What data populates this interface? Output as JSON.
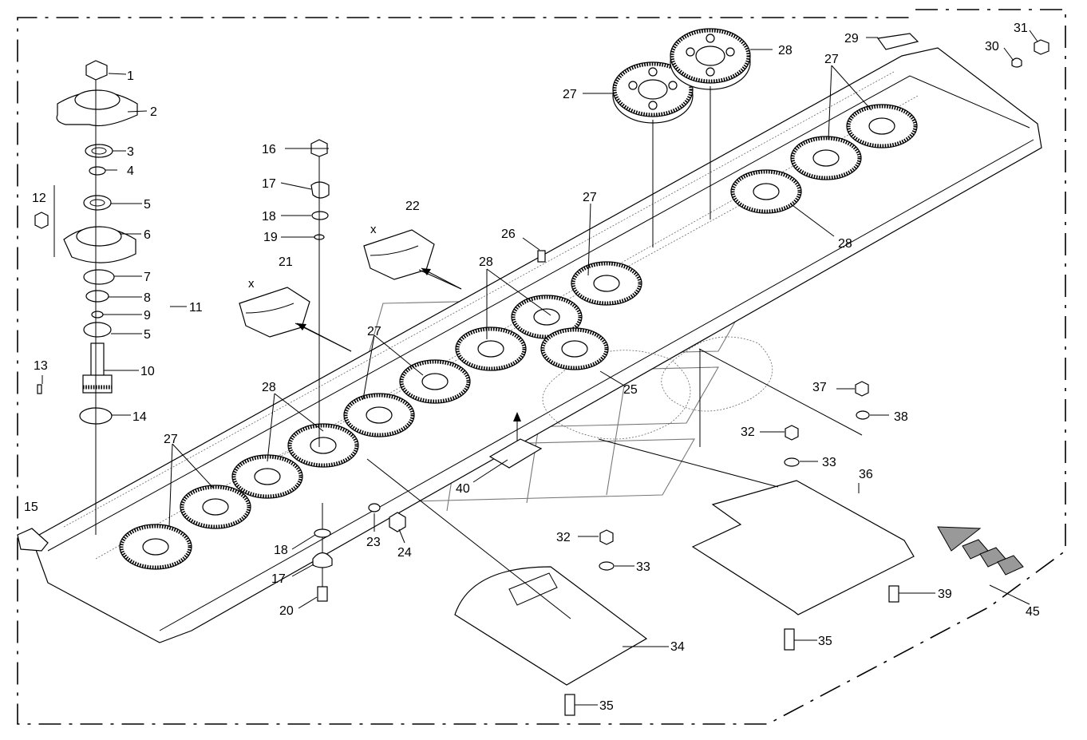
{
  "figure": {
    "view_marker": "x",
    "callouts": [
      {
        "label": "1"
      },
      {
        "label": "2"
      },
      {
        "label": "3"
      },
      {
        "label": "4"
      },
      {
        "label": "5"
      },
      {
        "label": "12"
      },
      {
        "label": "6"
      },
      {
        "label": "7"
      },
      {
        "label": "8"
      },
      {
        "label": "9"
      },
      {
        "label": "5"
      },
      {
        "label": "11"
      },
      {
        "label": "13"
      },
      {
        "label": "10"
      },
      {
        "label": "14"
      },
      {
        "label": "15"
      },
      {
        "label": "16"
      },
      {
        "label": "17"
      },
      {
        "label": "18"
      },
      {
        "label": "19"
      },
      {
        "label": "21"
      },
      {
        "label": "22"
      },
      {
        "label": "26"
      },
      {
        "label": "27"
      },
      {
        "label": "28"
      },
      {
        "label": "27"
      },
      {
        "label": "28"
      },
      {
        "label": "27"
      },
      {
        "label": "27"
      },
      {
        "label": "28"
      },
      {
        "label": "28"
      },
      {
        "label": "29"
      },
      {
        "label": "30"
      },
      {
        "label": "31"
      },
      {
        "label": "25"
      },
      {
        "label": "37"
      },
      {
        "label": "38"
      },
      {
        "label": "32"
      },
      {
        "label": "33"
      },
      {
        "label": "36"
      },
      {
        "label": "40"
      },
      {
        "label": "23"
      },
      {
        "label": "24"
      },
      {
        "label": "18"
      },
      {
        "label": "17"
      },
      {
        "label": "20"
      },
      {
        "label": "32"
      },
      {
        "label": "33"
      },
      {
        "label": "34"
      },
      {
        "label": "35"
      },
      {
        "label": "39"
      },
      {
        "label": "35"
      },
      {
        "label": "45"
      },
      {
        "label": "27"
      }
    ]
  }
}
